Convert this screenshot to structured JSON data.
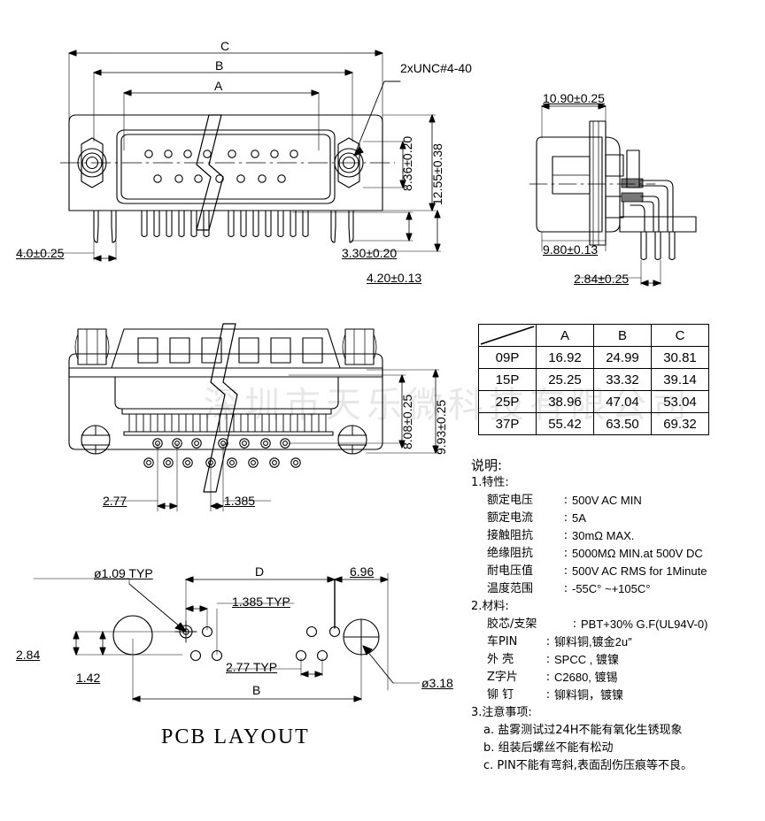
{
  "doc": {
    "watermark": "深圳市天乐微科技有限公司",
    "pcb_title": "PCB LAYOUT"
  },
  "front_view": {
    "dim_C": "C",
    "dim_B": "B",
    "dim_A": "A",
    "thread_note": "2xUNC#4-40",
    "dim_8_36": "8.36±0.20",
    "dim_12_55": "12.55±0.38",
    "dim_4_0": "4.0±0.25",
    "dim_3_30": "3.30±0.20",
    "dim_4_20": "4.20±0.13"
  },
  "side_view": {
    "dim_10_90": "10.90±0.25",
    "dim_9_80": "9.80±0.13",
    "dim_2_84": "2.84±0.25"
  },
  "rear_view": {
    "dim_2_77": "2.77",
    "dim_1_385": "1.385",
    "dim_8_08": "8.08±0.25",
    "dim_9_93": "9.93±0.25"
  },
  "pcb_layout": {
    "hole_dia": "ø1.09  TYP",
    "pitch_1385": "1.385  TYP",
    "pitch_277": "2.77  TYP",
    "dim_D": "D",
    "dim_B": "B",
    "dim_6_96": "6.96",
    "dim_2_84": "2.84",
    "dim_1_42": "1.42",
    "dim_3_18": "ø3.18"
  },
  "dim_table": {
    "corner": "",
    "columns": [
      "A",
      "B",
      "C"
    ],
    "rows": [
      {
        "name": "09P",
        "values": [
          "16.92",
          "24.99",
          "30.81"
        ]
      },
      {
        "name": "15P",
        "values": [
          "25.25",
          "33.32",
          "39.14"
        ]
      },
      {
        "name": "25P",
        "values": [
          "38.96",
          "47.04",
          "53.04"
        ]
      },
      {
        "name": "37P",
        "values": [
          "55.42",
          "63.50",
          "69.32"
        ]
      }
    ]
  },
  "spec": {
    "title": "说明:",
    "section1_label": "1.特性:",
    "characteristics": [
      {
        "key": "额定电压",
        "sep": ":",
        "value": "500V AC MIN"
      },
      {
        "key": "额定电流",
        "sep": ":",
        "value": "5A"
      },
      {
        "key": "接触阻抗",
        "sep": ":",
        "value": "30mΩ  MAX."
      },
      {
        "key": "绝缘阻抗",
        "sep": ":",
        "value": "5000MΩ  MIN.at 500V DC"
      },
      {
        "key": "耐电压值",
        "sep": ":",
        "value": "500V AC RMS for 1Minute"
      },
      {
        "key": "温度范围",
        "sep": ":",
        "value": "-55C°  ~+105C°"
      }
    ],
    "section2_label": "2.材料:",
    "materials": [
      {
        "key": "胶芯/支架",
        "sep": ":",
        "value": "PBT+30% G.F(UL94V-0)"
      },
      {
        "key": "车PIN",
        "sep": ":",
        "value": "铆料铜,镀金2u″"
      },
      {
        "key": "外 壳",
        "sep": ":",
        "value": "SPCC , 镀镍"
      },
      {
        "key": "Z字片",
        "sep": ":",
        "value": "C2680, 镀锡"
      },
      {
        "key": "铆 钉",
        "sep": ":",
        "value": "铆料铜，镀镍"
      }
    ],
    "section3_label": "3.注意事项:",
    "notes": [
      "a. 盐雾测试过24H不能有氧化生锈现象",
      "b. 组装后螺丝不能有松动",
      "c. PIN不能有弯斜,表面刮伤压痕等不良。"
    ]
  }
}
